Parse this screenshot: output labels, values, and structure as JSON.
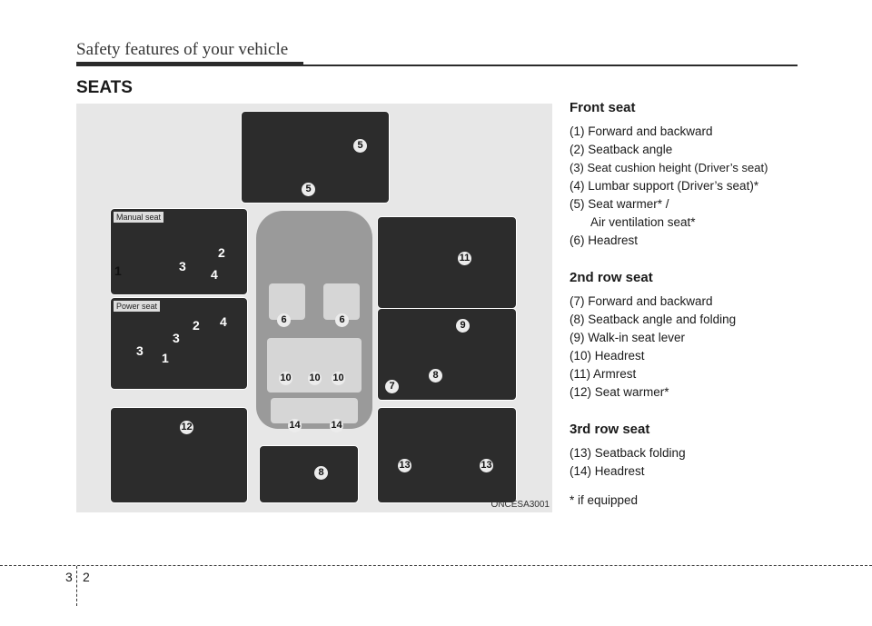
{
  "header": {
    "title": "Safety features of your vehicle"
  },
  "section": {
    "title": "SEATS"
  },
  "figure": {
    "code": "ONCESA3001",
    "labels": {
      "manual_seat": "Manual seat",
      "power_seat": "Power seat"
    },
    "callouts": {
      "c5a": "5",
      "c5b": "5",
      "m1": "1",
      "m2": "2",
      "m3": "3",
      "m4": "4",
      "p2": "2",
      "p4": "4",
      "p3a": "3",
      "p3b": "3",
      "p1": "1",
      "c6a": "6",
      "c6b": "6",
      "c10a": "10",
      "c10b": "10",
      "c10c": "10",
      "c14a": "14",
      "c14b": "14",
      "c11": "11",
      "c9": "9",
      "c8a": "8",
      "c7": "7",
      "c12": "12",
      "c8b": "8",
      "c13a": "13",
      "c13b": "13"
    }
  },
  "front_seat": {
    "title": "Front seat",
    "items": [
      "(1) Forward and backward",
      "(2) Seatback angle",
      "(3) Seat cushion height (Driver’s seat)",
      "(4) Lumbar support (Driver’s seat)*",
      "(5) Seat warmer* /",
      "Air ventilation seat*",
      "(6) Headrest"
    ]
  },
  "second_row": {
    "title": "2nd row seat",
    "items": [
      "(7) Forward and backward",
      "(8) Seatback angle and folding",
      "(9) Walk-in seat lever",
      "(10) Headrest",
      "(11) Armrest",
      "(12) Seat warmer*"
    ]
  },
  "third_row": {
    "title": "3rd row seat",
    "items": [
      "(13) Seatback folding",
      "(14) Headrest"
    ]
  },
  "footnote": "* if equipped",
  "footer": {
    "chapter": "3",
    "page": "2"
  }
}
